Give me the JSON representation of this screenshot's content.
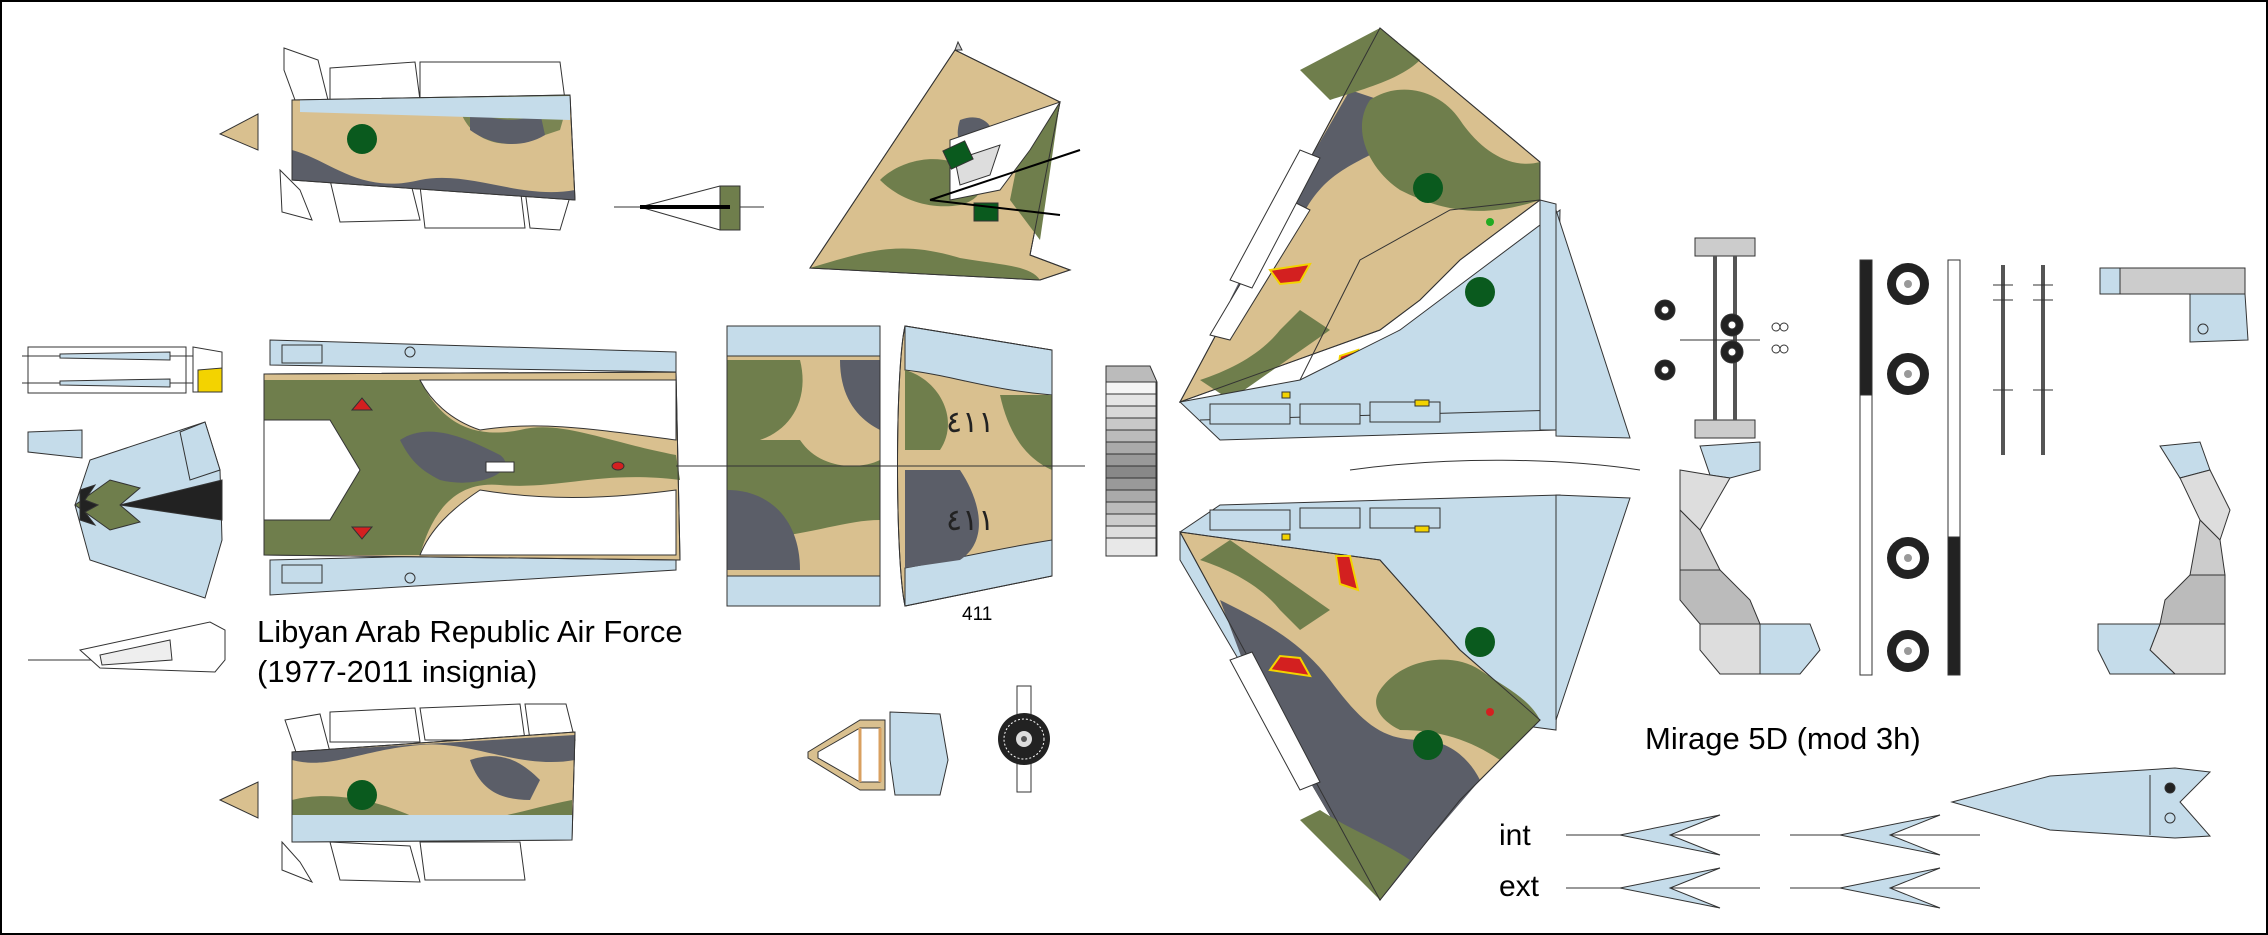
{
  "labels": {
    "title_line1": "Libyan Arab Republic Air Force",
    "title_line2": "(1977-2011 insignia)",
    "serial": "411",
    "model": "Mirage 5D (mod 3h)",
    "int": "int",
    "ext": "ext"
  },
  "colors": {
    "sand": "#d9c08f",
    "olive": "#6f7e4c",
    "grey": "#5b5e68",
    "light_blue": "#c5dcea",
    "roundel_green": "#0a5a1e",
    "warning_red": "#d32020",
    "warning_yellow": "#f3d300",
    "outline": "#333333"
  },
  "icons": {
    "roundel": "green-roundel-icon",
    "wheel": "wheel-icon",
    "engine_face": "engine-face-icon"
  }
}
